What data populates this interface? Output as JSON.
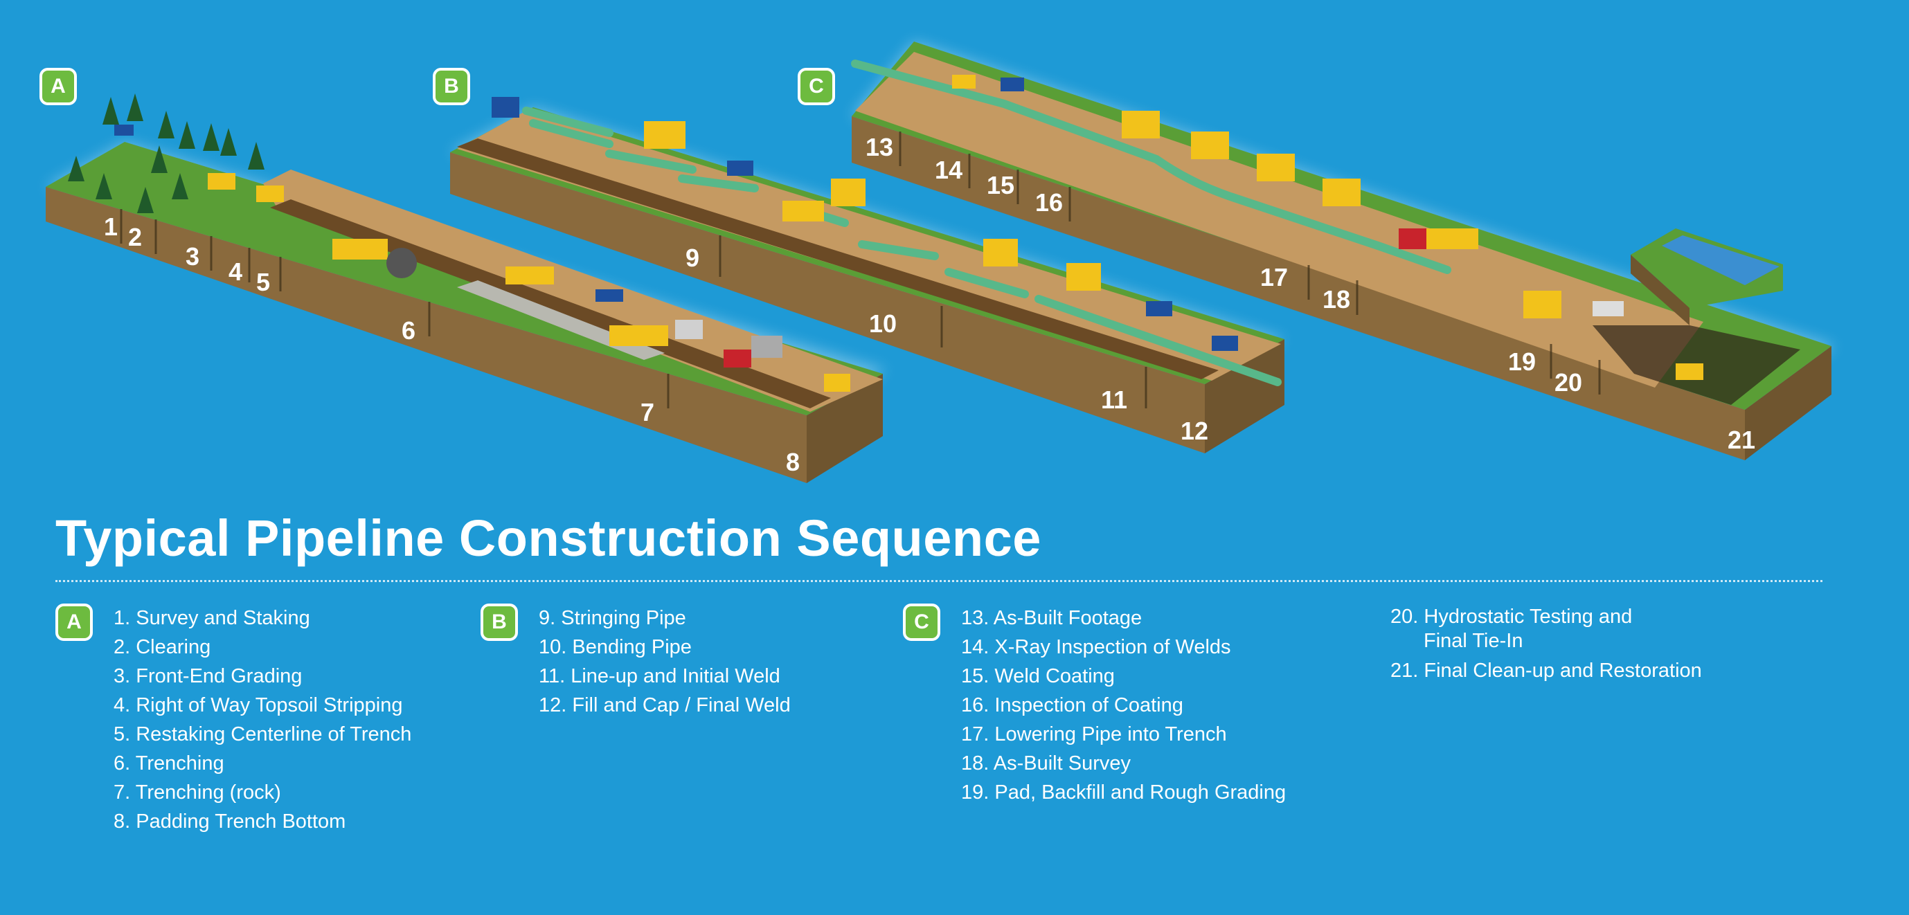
{
  "title": "Typical Pipeline Construction Sequence",
  "colors": {
    "background": "#1e9ad6",
    "badge": "#6dbb3f",
    "grass": "#5a9e36",
    "soil_side": "#8a6a3d",
    "dirt": "#c59a62",
    "pipe": "#58b88a",
    "equipment": "#f2c21b",
    "truck_blue": "#1d4f9e",
    "truck_red": "#c8232c",
    "water": "#3b8fd1"
  },
  "scene": {
    "section_badges": [
      "A",
      "B",
      "C"
    ],
    "stage_numbers": [
      "1",
      "2",
      "3",
      "4",
      "5",
      "6",
      "7",
      "8",
      "9",
      "10",
      "11",
      "12",
      "13",
      "14",
      "15",
      "16",
      "17",
      "18",
      "19",
      "20",
      "21"
    ]
  },
  "legend": {
    "group_a": {
      "badge": "A",
      "items": [
        "1. Survey and Staking",
        "2. Clearing",
        "3. Front-End Grading",
        "4. Right of Way Topsoil Stripping",
        "5. Restaking Centerline of Trench",
        "6. Trenching",
        "7. Trenching (rock)",
        "8. Padding Trench Bottom"
      ]
    },
    "group_b": {
      "badge": "B",
      "items": [
        "9. Stringing Pipe",
        "10. Bending Pipe",
        "11. Line-up and Initial Weld",
        "12. Fill and Cap / Final Weld"
      ]
    },
    "group_c": {
      "badge": "C",
      "items": [
        "13. As-Built Footage",
        "14. X-Ray Inspection of Welds",
        "15. Weld Coating",
        "16. Inspection of Coating",
        "17. Lowering Pipe into Trench",
        "18. As-Built Survey",
        "19. Pad, Backfill and Rough Grading"
      ]
    },
    "group_d": {
      "items": [
        "20. Hydrostatic Testing and",
        "Final Tie-In",
        "21. Final Clean-up and Restoration"
      ]
    }
  }
}
